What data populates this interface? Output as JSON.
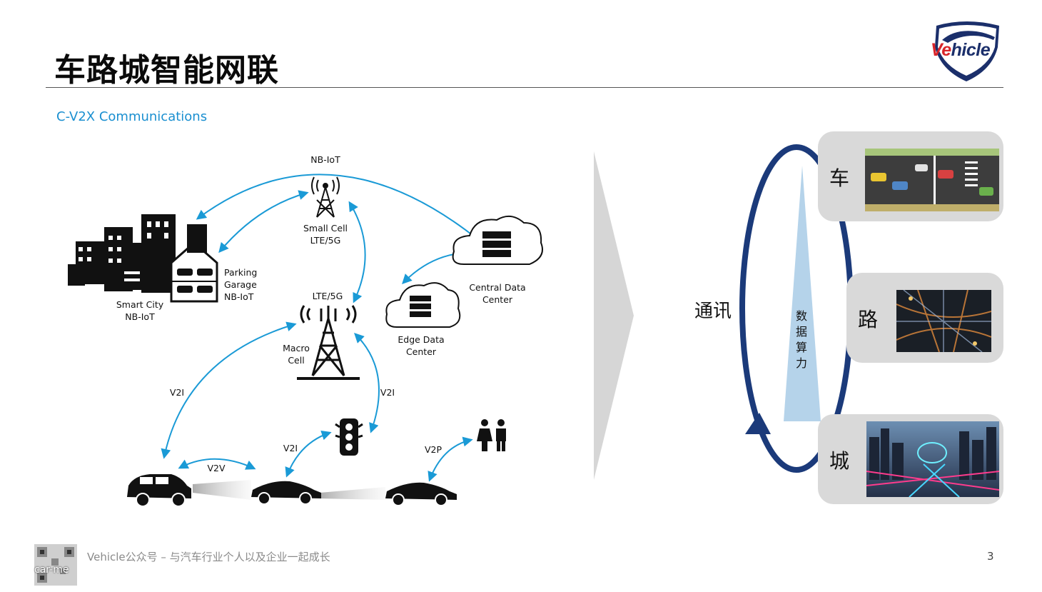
{
  "slide": {
    "title": "车路城智能网联",
    "subtitle": "C-V2X Communications",
    "page_number": "3"
  },
  "brand": {
    "logo_text_red": "Ve",
    "logo_text_blue": "hicle",
    "colors": {
      "red": "#d9252a",
      "navy": "#1b2f6b",
      "accent": "#1a8fd0"
    }
  },
  "diagram": {
    "labels": {
      "nb_iot_top": "NB-IoT",
      "small_cell_l1": "Small Cell",
      "small_cell_l2": "LTE/5G",
      "central_dc_l1": "Central Data",
      "central_dc_l2": "Center",
      "parking_l1": "Parking",
      "parking_l2": "Garage",
      "parking_l3": "NB-IoT",
      "smart_city_l1": "Smart City",
      "smart_city_l2": "NB-IoT",
      "lte5g": "LTE/5G",
      "edge_dc_l1": "Edge Data",
      "edge_dc_l2": "Center",
      "macro_l1": "Macro",
      "macro_l2": "Cell",
      "v2i_left": "V2I",
      "v2i_right": "V2I",
      "v2i_mid": "V2I",
      "v2v": "V2V",
      "v2p": "V2P"
    }
  },
  "cycle": {
    "communication": "通讯",
    "compute": [
      "数",
      "据",
      "算",
      "力"
    ],
    "cards": [
      {
        "label": "车",
        "image": "street-traffic-illustration"
      },
      {
        "label": "路",
        "image": "road-intersection-night-photo"
      },
      {
        "label": "城",
        "image": "smart-city-aerial-image"
      }
    ]
  },
  "footer": {
    "text": "Vehicle公众号 – 与汽车行业个人以及企业一起成长",
    "qr_label": "car-me"
  }
}
